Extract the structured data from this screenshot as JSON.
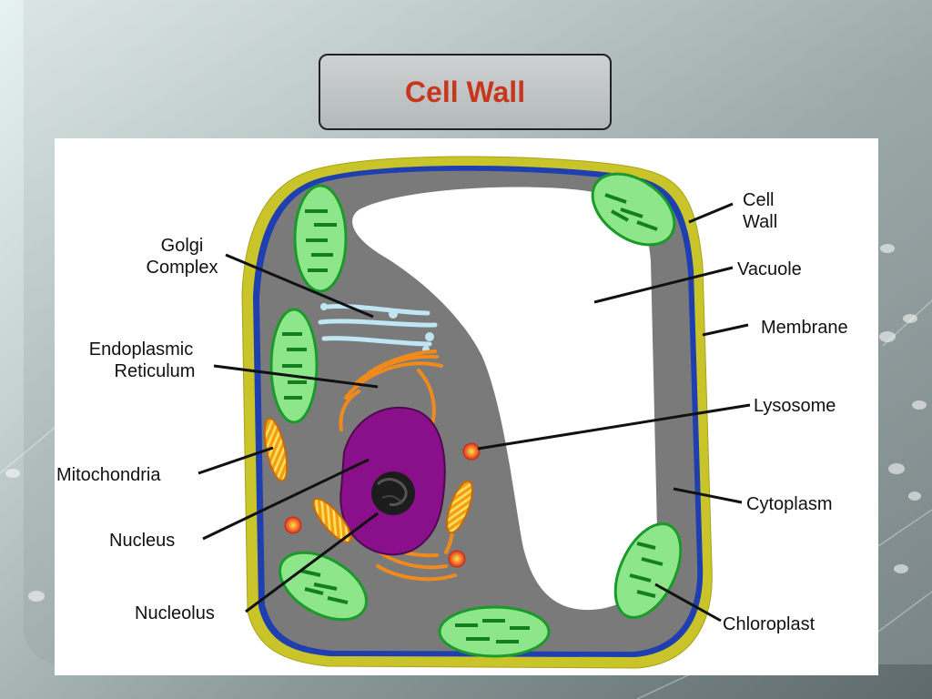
{
  "slide": {
    "title": "Cell Wall"
  },
  "diagram": {
    "labels": {
      "cell_wall_1": "Cell",
      "cell_wall_2": "Wall",
      "golgi_1": "Golgi",
      "golgi_2": "Complex",
      "vacuole": "Vacuole",
      "membrane": "Membrane",
      "er_1": "Endoplasmic",
      "er_2": "Reticulum",
      "lysosome": "Lysosome",
      "mitochondria": "Mitochondria",
      "cytoplasm": "Cytoplasm",
      "nucleus": "Nucleus",
      "nucleolus": "Nucleolus",
      "chloroplast": "Chloroplast"
    }
  },
  "colors": {
    "title": "#c8371d",
    "cell_wall": "#c9c42a",
    "membrane": "#1f3fb0",
    "cytoplasm": "#7a7a7a",
    "vacuole": "#ffffff",
    "chloroplast": "#8ee68a",
    "nucleus": "#8a0f8a",
    "er": "#f08a1c"
  }
}
